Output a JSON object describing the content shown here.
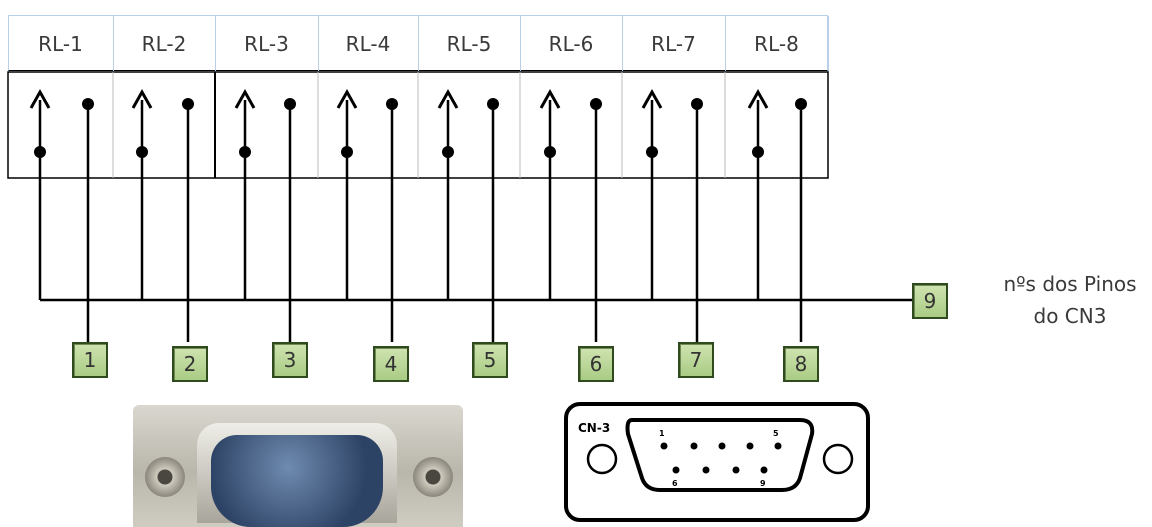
{
  "relays": [
    "RL-1",
    "RL-2",
    "RL-3",
    "RL-4",
    "RL-5",
    "RL-6",
    "RL-7",
    "RL-8"
  ],
  "pins": [
    "1",
    "2",
    "3",
    "4",
    "5",
    "6",
    "7",
    "8"
  ],
  "common_pin": "9",
  "legend": {
    "line1": "nºs dos Pinos",
    "line2": "do CN3"
  },
  "connector_drawing": {
    "label": "CN-3",
    "top_left_pin": "1",
    "top_right_pin": "5",
    "bottom_left_pin": "6",
    "bottom_right_pin": "9"
  },
  "colors": {
    "pin_fill": "#b8d896",
    "pin_border": "#2f4a1d",
    "header_border": "#b8cfe6",
    "wire": "#000000",
    "connector_body": "#3b5578"
  }
}
